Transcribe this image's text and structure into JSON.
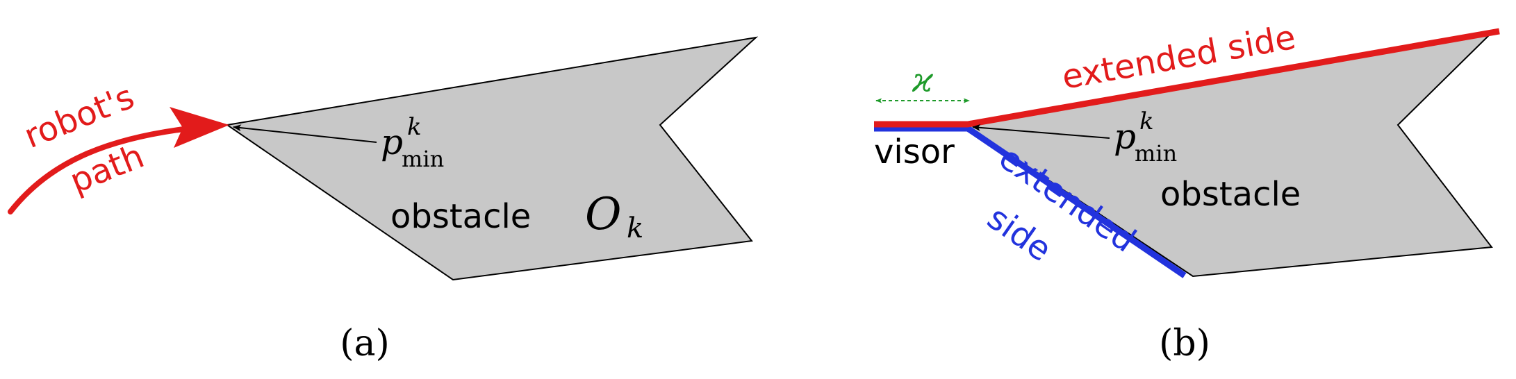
{
  "panel_a": {
    "path_label_line1": "robot's",
    "path_label_line2": "path",
    "pmin_base": "p",
    "pmin_sup": "k",
    "pmin_sub": "min",
    "obstacle_word": "obstacle",
    "obstacle_symbol": "O",
    "obstacle_sub": "k",
    "caption": "(a)"
  },
  "panel_b": {
    "kappa_label": "ϰ",
    "visor_label": "visor",
    "extended_side_top": "extended side",
    "extended_side_bottom_line1": "extended",
    "extended_side_bottom_line2": "side",
    "pmin_base": "p",
    "pmin_sup": "k",
    "pmin_sub": "min",
    "obstacle_word": "obstacle",
    "caption": "(b)"
  },
  "colors": {
    "obstacle_fill": "#c8c8c8",
    "path_red": "#e21b1b",
    "side_blue": "#2233dd",
    "kappa_green": "#1e9a2a",
    "text": "#000000"
  }
}
